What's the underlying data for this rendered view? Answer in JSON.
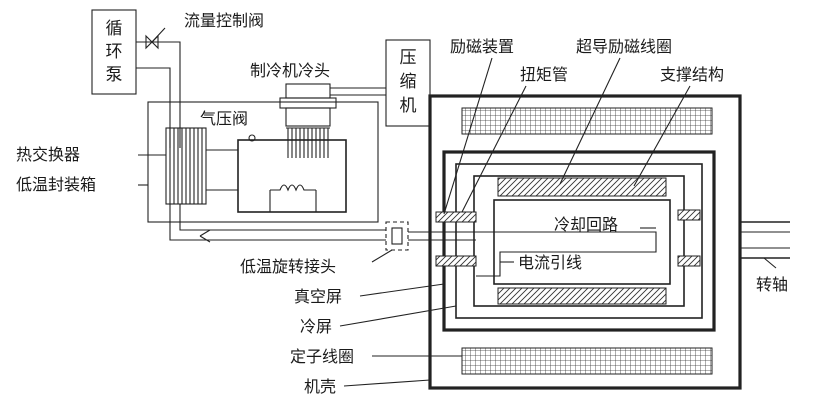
{
  "labels": {
    "pump": [
      "循",
      "环",
      "泵"
    ],
    "flow_valve": "流量控制阀",
    "cryocooler_head": "制冷机冷头",
    "compressor": [
      "压",
      "缩",
      "机"
    ],
    "gas_valve": "气压阀",
    "heat_exchanger": "热交换器",
    "cryostat_box": "低温封装箱",
    "exciter": "励磁装置",
    "torque_tube": "扭矩管",
    "sc_coil": "超导励磁线圈",
    "support": "支撑结构",
    "cooling_loop": "冷却回路",
    "current_lead": "电流引线",
    "rotary_joint": "低温旋转接头",
    "vacuum_screen": "真空屏",
    "cold_screen": "冷屏",
    "stator_coil": "定子线圈",
    "housing": "机壳",
    "shaft": "转轴"
  }
}
